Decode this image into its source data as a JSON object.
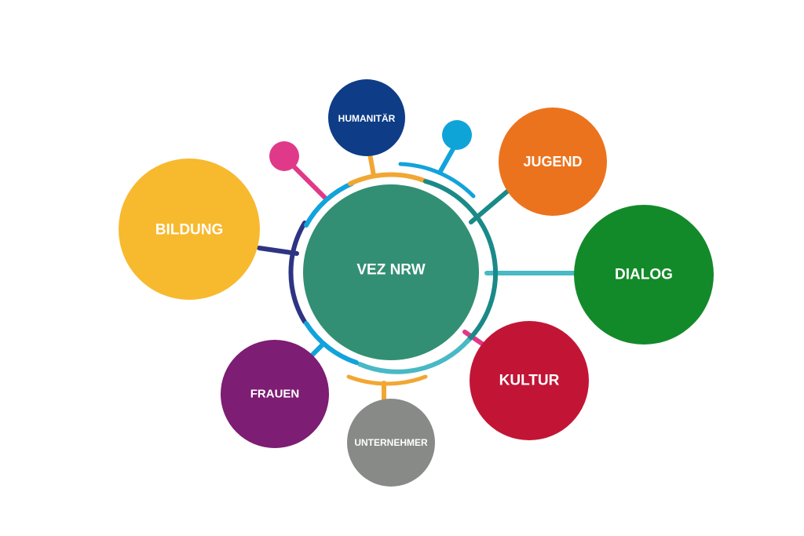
{
  "center": {
    "label": "VEZ NRW",
    "color": "#328f73"
  },
  "nodes": {
    "humanitaer": {
      "label": "HUMANITÄR",
      "color": "#0e3c87"
    },
    "jugend": {
      "label": "JUGEND",
      "color": "#ec731d"
    },
    "bildung": {
      "label": "BILDUNG",
      "color": "#f7b92e"
    },
    "dialog": {
      "label": "DIALOG",
      "color": "#138a2a"
    },
    "frauen": {
      "label": "FRAUEN",
      "color": "#7d1d73"
    },
    "unternehmer": {
      "label": "UNTERNEHMER",
      "color": "#888a88"
    },
    "kultur": {
      "label": "KULTUR",
      "color": "#c21535"
    }
  },
  "dots": {
    "pink": {
      "color": "#e0398a"
    },
    "blue": {
      "color": "#0ea4d8"
    }
  },
  "line_colors": {
    "navy": "#2e3483",
    "blue": "#11a3dc",
    "teal": "#1a8a88",
    "light_teal": "#48b9c5",
    "pink": "#e0398a",
    "orange": "#f1a733"
  }
}
